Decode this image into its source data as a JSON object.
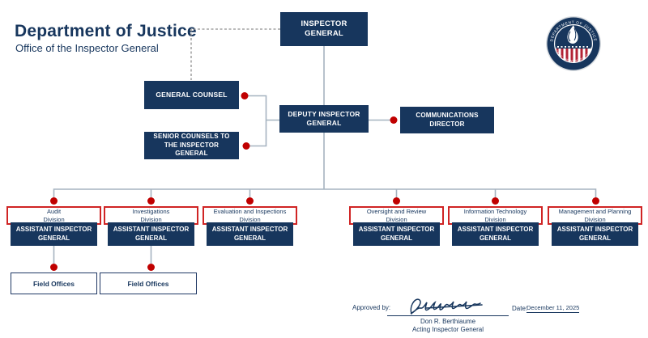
{
  "header": {
    "title": "Department of Justice",
    "subtitle": "Office of the Inspector General"
  },
  "seal": {
    "top_text": "DEPARTMENT OF JUSTICE",
    "bottom_text": "OFFICE OF THE INSPECTOR GENERAL"
  },
  "org": {
    "inspector_general": "INSPECTOR GENERAL",
    "general_counsel": "GENERAL COUNSEL",
    "senior_counsels": "SENIOR COUNSELS TO THE INSPECTOR GENERAL",
    "deputy_inspector_general": "DEPUTY INSPECTOR GENERAL",
    "communications_director": "COMMUNICATIONS DIRECTOR",
    "assistant_label": "ASSISTANT INSPECTOR GENERAL",
    "field_offices_label": "Field Offices",
    "divisions": [
      {
        "lines": [
          "Audit",
          "Division"
        ],
        "field_offices": true
      },
      {
        "lines": [
          "Investigations",
          "Division"
        ],
        "field_offices": true
      },
      {
        "lines": [
          "Evaluation and Inspections",
          "Division"
        ],
        "field_offices": false
      },
      {
        "lines": [
          "Oversight and Review",
          "Division"
        ],
        "field_offices": false
      },
      {
        "lines": [
          "Information Technology",
          "Division"
        ],
        "field_offices": false
      },
      {
        "lines": [
          "Management and Planning",
          "Division"
        ],
        "field_offices": false
      }
    ]
  },
  "approval": {
    "approved_by_label": "Approved by:",
    "date_label": "Date:",
    "date_value": "December 11, 2025",
    "signer_name": "Don R. Berthiaume",
    "signer_title": "Acting Inspector General"
  },
  "colors": {
    "navy": "#17365d",
    "red_accent": "#c00000",
    "division_border_red": "#d02424",
    "connector_gray": "#a6b3c0",
    "field_border_navy": "#1f3864"
  }
}
